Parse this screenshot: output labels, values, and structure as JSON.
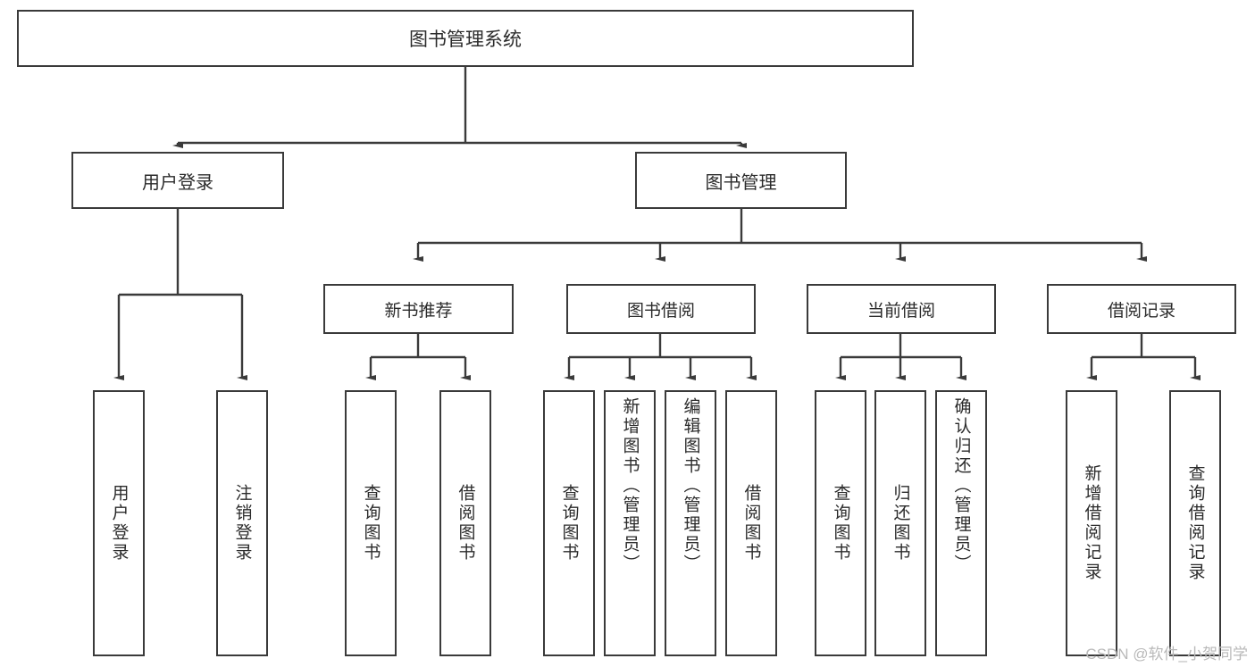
{
  "diagram": {
    "title": "图书管理系统",
    "root": {
      "label": "图书管理系统"
    },
    "level2": [
      {
        "label": "用户登录"
      },
      {
        "label": "图书管理"
      }
    ],
    "level3": [
      {
        "label": "新书推荐"
      },
      {
        "label": "图书借阅"
      },
      {
        "label": "当前借阅"
      },
      {
        "label": "借阅记录"
      }
    ],
    "leaves": [
      {
        "label": "用户登录",
        "parent": "用户登录"
      },
      {
        "label": "注销登录",
        "parent": "用户登录"
      },
      {
        "label": "查询图书",
        "parent": "新书推荐"
      },
      {
        "label": "借阅图书",
        "parent": "新书推荐"
      },
      {
        "label": "查询图书",
        "parent": "图书借阅"
      },
      {
        "label": "新增图书（管理员）",
        "parent": "图书借阅"
      },
      {
        "label": "编辑图书（管理员）",
        "parent": "图书借阅"
      },
      {
        "label": "借阅图书",
        "parent": "图书借阅"
      },
      {
        "label": "查询图书",
        "parent": "当前借阅"
      },
      {
        "label": "归还图书",
        "parent": "当前借阅"
      },
      {
        "label": "确认归还（管理员）",
        "parent": "当前借阅"
      },
      {
        "label": "新增借阅记录",
        "parent": "借阅记录"
      },
      {
        "label": "查询借阅记录",
        "parent": "借阅记录"
      }
    ]
  },
  "watermark": {
    "text": "CSDN @软件_小贺同学"
  },
  "colors": {
    "stroke": "#3a3a3a",
    "text": "#2b2b2b",
    "background": "#ffffff",
    "watermark": "#b9b9b9"
  }
}
